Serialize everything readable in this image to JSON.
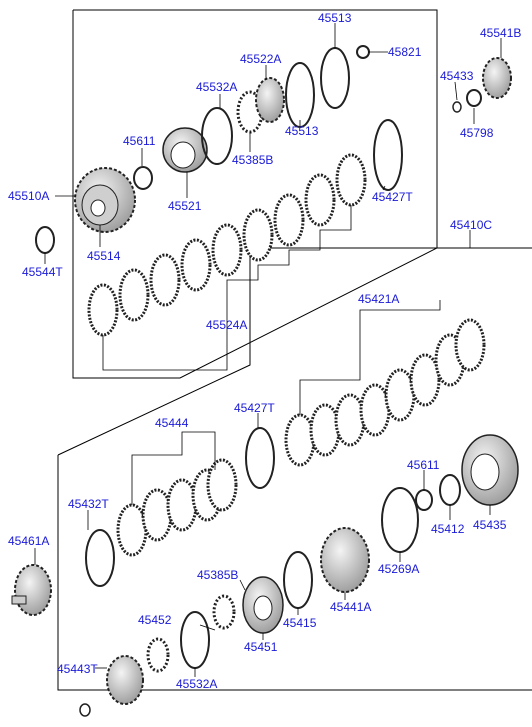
{
  "labels": {
    "l45513": "45513",
    "l45821": "45821",
    "l45541b": "45541B",
    "l45522a": "45522A",
    "l45433": "45433",
    "l45532a_top": "45532A",
    "l45513b": "45513",
    "l45798": "45798",
    "l45611_top": "45611",
    "l45385b_top": "45385B",
    "l45510a": "45510A",
    "l45521": "45521",
    "l45427t_top": "45427T",
    "l45514": "45514",
    "l45544t": "45544T",
    "l45524a": "45524A",
    "l45410c": "45410C",
    "l45421a": "45421A",
    "l45444": "45444",
    "l45427t_mid": "45427T",
    "l45611_mid": "45611",
    "l45432t": "45432T",
    "l45412": "45412",
    "l45435": "45435",
    "l45461a": "45461A",
    "l45269a": "45269A",
    "l45385b_bot": "45385B",
    "l45441a": "45441A",
    "l45452": "45452",
    "l45415": "45415",
    "l45451": "45451",
    "l45443t": "45443T",
    "l45532a_bot": "45532A"
  },
  "colors": {
    "label": "#1a1ad8",
    "line": "#000000",
    "part_stroke": "#222222",
    "part_fill": "#d9d9d9"
  }
}
